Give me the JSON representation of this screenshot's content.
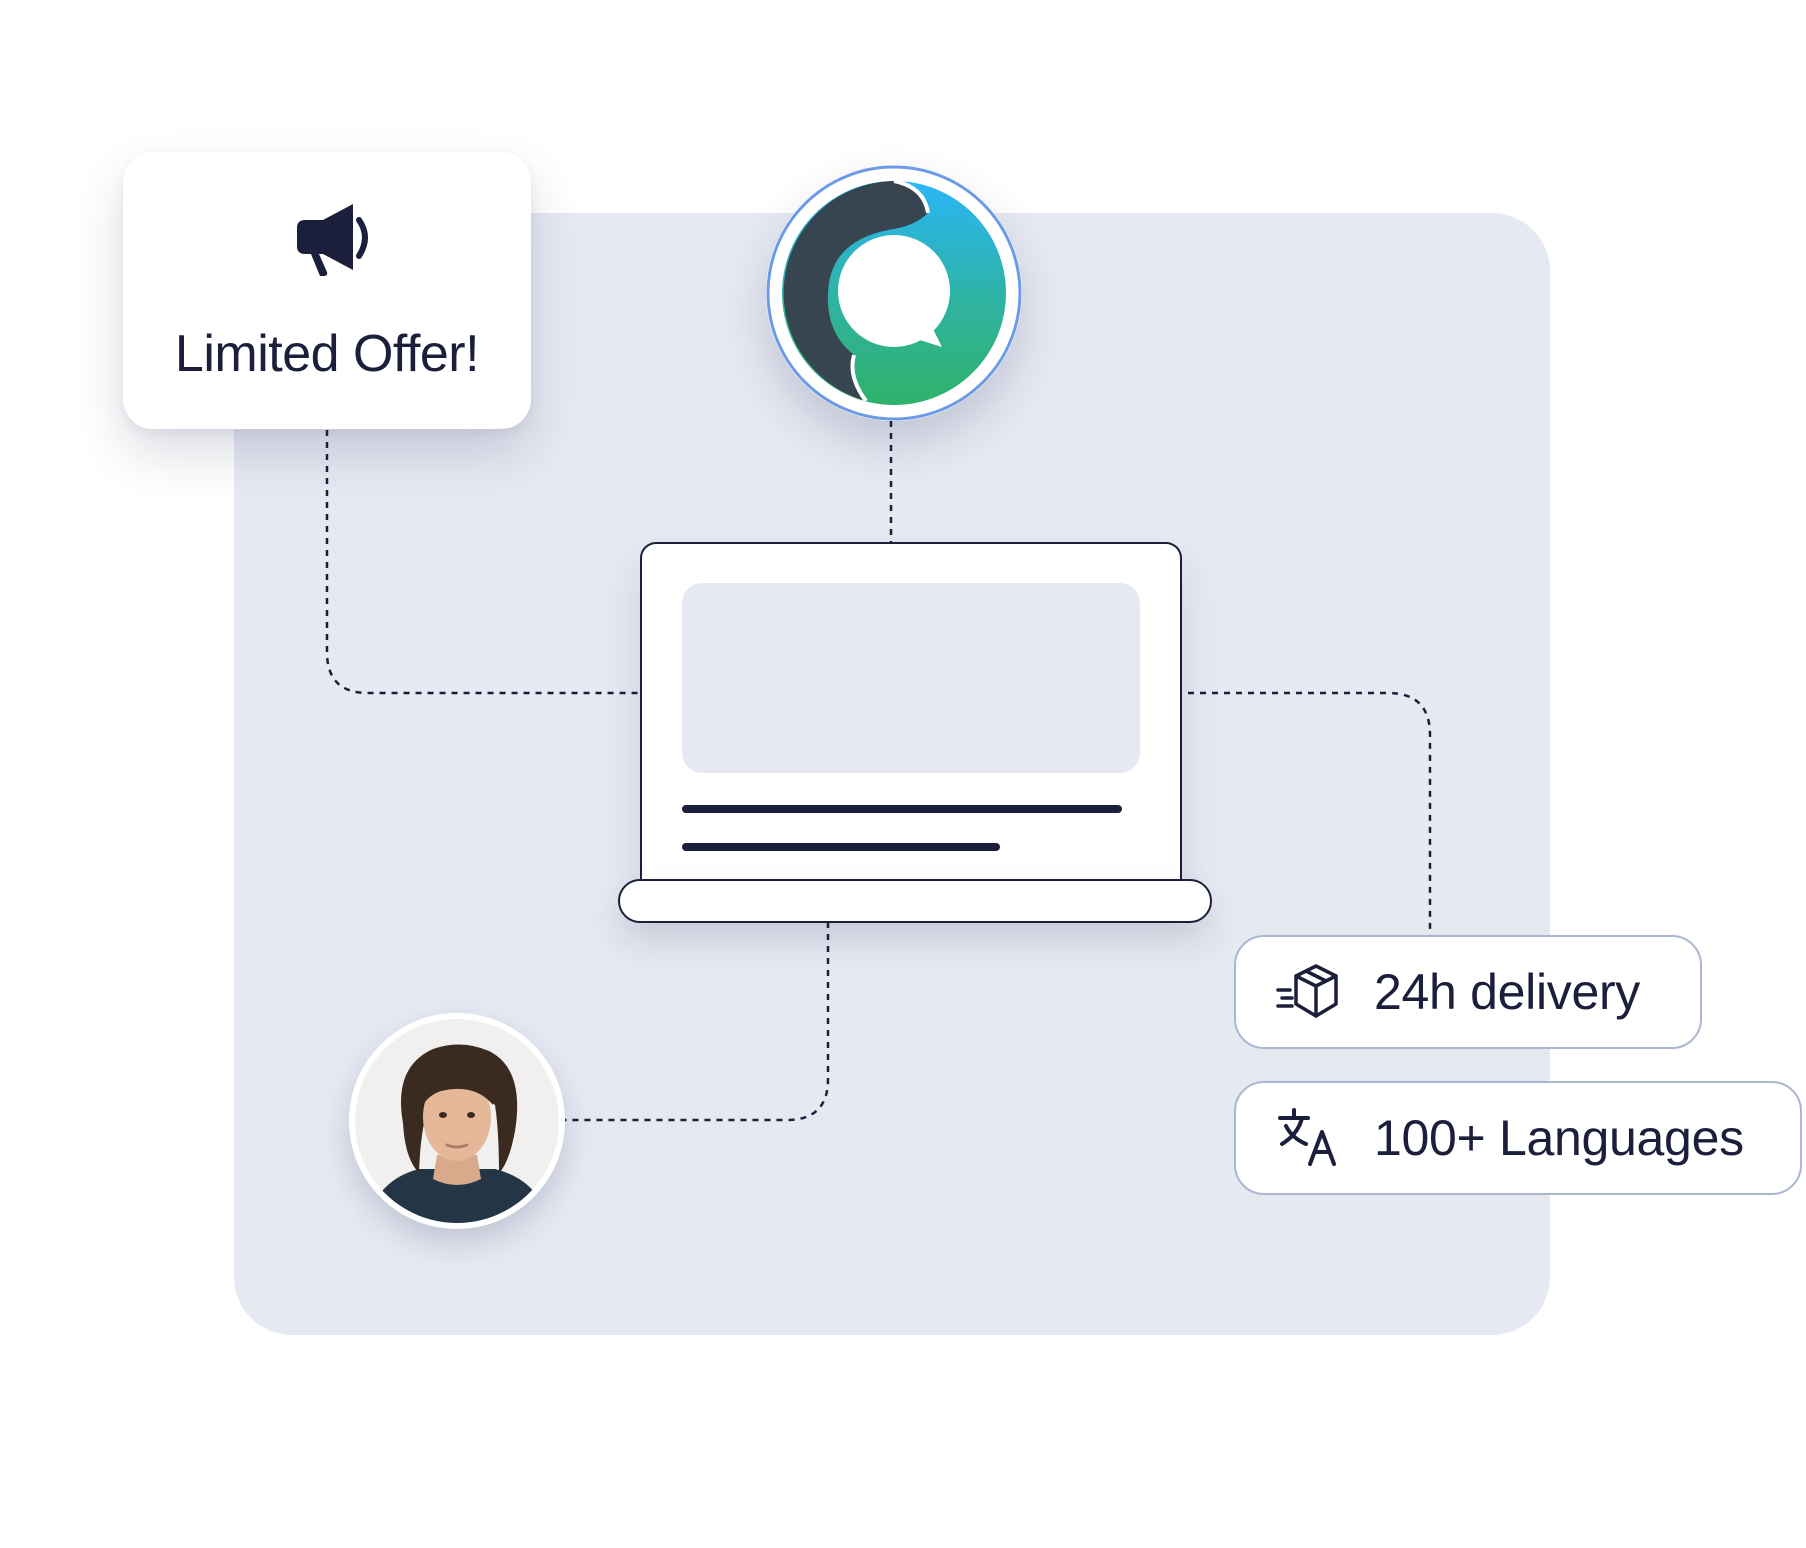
{
  "offer_card": {
    "icon": "megaphone-icon",
    "title": "Limited Offer!"
  },
  "logo": {
    "icon": "chat-bubble-logo"
  },
  "laptop": {
    "icon": "laptop-illustration"
  },
  "avatar": {
    "icon": "person-portrait"
  },
  "features": [
    {
      "icon": "package-delivery-icon",
      "label": "24h delivery"
    },
    {
      "icon": "translate-icon",
      "label": "100+ Languages"
    }
  ],
  "colors": {
    "background": "#ffffff",
    "panel": "#e6e9f2",
    "ink": "#1b1f3b",
    "pill_border": "#a9b7d1",
    "logo_dark": "#36454f",
    "logo_blue": "#29b6f6",
    "logo_green": "#2fb26a",
    "logo_ring": "#6b9be6"
  }
}
